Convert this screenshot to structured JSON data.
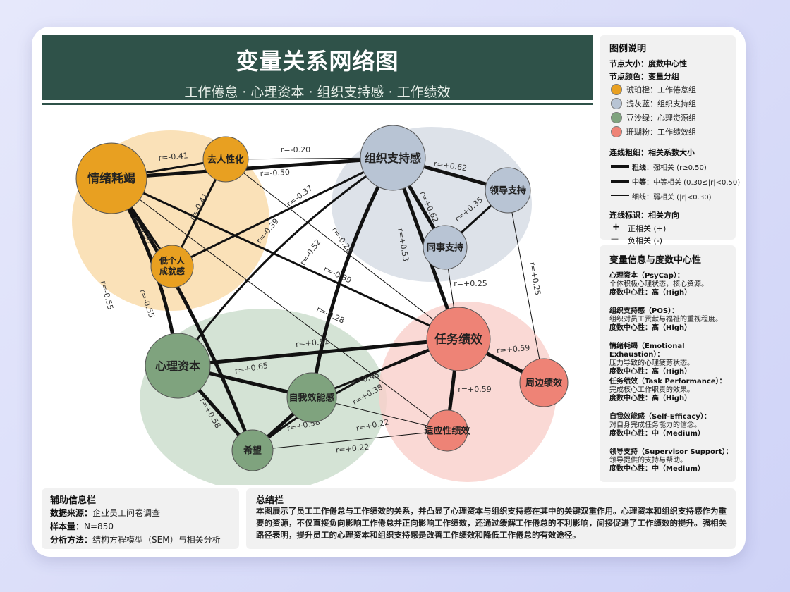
{
  "header": {
    "title": "变量关系网络图",
    "subtitle": "工作倦怠 · 心理资本 · 组织支持感 · 工作绩效"
  },
  "groups": [
    {
      "id": "burnout",
      "color": "#f9d9a6"
    },
    {
      "id": "support",
      "color": "#d5dbe3"
    },
    {
      "id": "resource",
      "color": "#c9dccb"
    },
    {
      "id": "performance",
      "color": "#f9cfca"
    }
  ],
  "nodes": [
    {
      "id": "ee",
      "label": "情绪耗竭",
      "color": "#e8a021",
      "group": "burnout"
    },
    {
      "id": "dp",
      "label": "去人性化",
      "color": "#e8a021",
      "group": "burnout"
    },
    {
      "id": "la",
      "label": "低个人成就感",
      "lines": [
        "低个人",
        "成就感"
      ],
      "color": "#e8a021",
      "group": "burnout"
    },
    {
      "id": "pos",
      "label": "组织支持感",
      "color": "#b8c4d4",
      "group": "support"
    },
    {
      "id": "ss",
      "label": "领导支持",
      "color": "#b8c4d4",
      "group": "support"
    },
    {
      "id": "cs",
      "label": "同事支持",
      "color": "#b8c4d4",
      "group": "support"
    },
    {
      "id": "pc",
      "label": "心理资本",
      "color": "#7fa37e",
      "group": "resource"
    },
    {
      "id": "se",
      "label": "自我效能感",
      "color": "#7fa37e",
      "group": "resource"
    },
    {
      "id": "hope",
      "label": "希望",
      "color": "#7fa37e",
      "group": "resource"
    },
    {
      "id": "tp",
      "label": "任务绩效",
      "color": "#ee8376",
      "group": "performance"
    },
    {
      "id": "cp",
      "label": "周边绩效",
      "color": "#ee8376",
      "group": "performance"
    },
    {
      "id": "ap",
      "label": "适应性绩效",
      "color": "#ee8376",
      "group": "performance"
    }
  ],
  "edges": [
    {
      "from": "ee",
      "to": "dp",
      "r": -0.41,
      "label": "r=-0.41"
    },
    {
      "from": "dp",
      "to": "pos",
      "r": -0.2,
      "label": "r=-0.20"
    },
    {
      "from": "ee",
      "to": "pos",
      "r": -0.5,
      "label": "r=-0.50"
    },
    {
      "from": "ee",
      "to": "pc",
      "r": -0.55,
      "label": "r=-0.55"
    },
    {
      "from": "ee",
      "to": "hope",
      "r": -0.55,
      "label": "r=-0.55"
    },
    {
      "from": "ee",
      "to": "la",
      "r": -0.36,
      "label": "r=-0.36"
    },
    {
      "from": "ee",
      "to": "tp",
      "r": -0.39,
      "label": "r=-0.39"
    },
    {
      "from": "ee",
      "to": "ap",
      "r": -0.28,
      "label": "r=-0.28"
    },
    {
      "from": "dp",
      "to": "la",
      "r": -0.41,
      "label": "r=-0.41"
    },
    {
      "from": "dp",
      "to": "tp",
      "r": -0.28,
      "label": "r=-0.28"
    },
    {
      "from": "la",
      "to": "pos",
      "r": -0.37,
      "label": "r=-0.37"
    },
    {
      "from": "pc",
      "to": "pos",
      "r": -0.39,
      "label": "r=-0.39"
    },
    {
      "from": "se",
      "to": "pos",
      "r": -0.52,
      "label": "r=-0.52"
    },
    {
      "from": "pos",
      "to": "ss",
      "r": 0.62,
      "label": "r=+0.62"
    },
    {
      "from": "pos",
      "to": "cs",
      "r": 0.62,
      "label": "r=+0.62"
    },
    {
      "from": "cs",
      "to": "ss",
      "r": 0.35,
      "label": "r=+0.35"
    },
    {
      "from": "pos",
      "to": "tp",
      "r": 0.53,
      "label": "r=+0.53"
    },
    {
      "from": "cs",
      "to": "tp",
      "r": 0.25,
      "label": "r=+0.25"
    },
    {
      "from": "ss",
      "to": "cp",
      "r": 0.25,
      "label": "r=+0.25"
    },
    {
      "from": "pc",
      "to": "tp",
      "r": 0.51,
      "label": "r=+0.51"
    },
    {
      "from": "pc",
      "to": "se",
      "r": 0.65,
      "label": "r=+0.65"
    },
    {
      "from": "pc",
      "to": "hope",
      "r": 0.58,
      "label": "r=+0.58"
    },
    {
      "from": "se",
      "to": "hope",
      "r": 0.58,
      "label": "r=+0.58"
    },
    {
      "from": "se",
      "to": "tp",
      "r": 0.45,
      "label": "r=+0.45"
    },
    {
      "from": "hope",
      "to": "tp",
      "r": 0.38,
      "label": "r=+0.38"
    },
    {
      "from": "se",
      "to": "ap",
      "r": 0.22,
      "label": "r=+0.22"
    },
    {
      "from": "hope",
      "to": "ap",
      "r": 0.22,
      "label": "r=+0.22"
    },
    {
      "from": "tp",
      "to": "cp",
      "r": 0.59,
      "label": "r=+0.59"
    },
    {
      "from": "tp",
      "to": "ap",
      "r": 0.59,
      "label": "r=+0.59"
    }
  ],
  "legend": {
    "title": "图例说明",
    "size_label": "节点大小：度数中心性",
    "color_label": "节点颜色：变量分组",
    "groups": [
      {
        "name": "琥珀橙：工作倦怠组",
        "color": "#e8a021"
      },
      {
        "name": "浅灰蓝：组织支持组",
        "color": "#b8c4d4"
      },
      {
        "name": "豆沙绿：心理资源组",
        "color": "#7fa37e"
      },
      {
        "name": "珊瑚粉：工作绩效组",
        "color": "#ee8376"
      }
    ],
    "edge_title": "连线粗细：相关系数大小",
    "edge_widths": [
      {
        "name": "粗线",
        "desc": "：强相关 (r≥0.50)"
      },
      {
        "name": "中等",
        "desc": "：中等相关 (0.30≤|r|<0.50)"
      },
      {
        "name": "",
        "desc": "细线：弱相关 (|r|<0.30)"
      }
    ],
    "direction_title": "连线标识：相关方向",
    "directions": [
      {
        "symbol": "+",
        "label": "正相关 (+)"
      },
      {
        "symbol": "—",
        "label": "负相关 (-)"
      }
    ]
  },
  "var_info": {
    "title": "变量信息与度数中心性",
    "items": [
      {
        "name": "心理资本（PsyCap）：",
        "desc": "个体积极心理状态，核心资源。",
        "centrality": "度数中心性：高（High）"
      },
      {
        "name": "组织支持感（POS）：",
        "desc": "组织对员工贡献与福祉的重视程度。",
        "centrality": "度数中心性：高（High）"
      },
      {
        "name": "情绪耗竭（Emotional Exhaustion）：",
        "desc": "压力导致的心理疲劳状态。",
        "centrality": "度数中心性：高（High）"
      },
      {
        "name": "任务绩效（Task Performance）：",
        "desc": "完成核心工作职责的效果。",
        "centrality": "度数中心性：高（High）"
      },
      {
        "name": "自我效能感（Self-Efficacy）：",
        "desc": "对自身完成任务能力的信念。",
        "centrality": "度数中心性：中（Medium）"
      },
      {
        "name": "领导支持（Supervisor Support）：",
        "desc": "领导提供的支持与帮助。",
        "centrality": "度数中心性：中（Medium）"
      }
    ]
  },
  "aux": {
    "title": "辅助信息栏",
    "rows": [
      {
        "key": "数据来源：",
        "value": "企业员工问卷调查"
      },
      {
        "key": "样本量：",
        "value": "N=850"
      },
      {
        "key": "分析方法：",
        "value": "结构方程模型（SEM）与相关分析"
      }
    ]
  },
  "summary": {
    "title": "总结栏",
    "body": "本图展示了员工工作倦怠与工作绩效的关系，并凸显了心理资本与组织支持感在其中的关键双重作用。心理资本和组织支持感作为重要的资源，不仅直接负向影响工作倦怠并正向影响工作绩效，还通过缓解工作倦怠的不利影响，间接促进了工作绩效的提升。强相关路径表明，提升员工的心理资本和组织支持感是改善工作绩效和降低工作倦怠的有效途径。"
  }
}
